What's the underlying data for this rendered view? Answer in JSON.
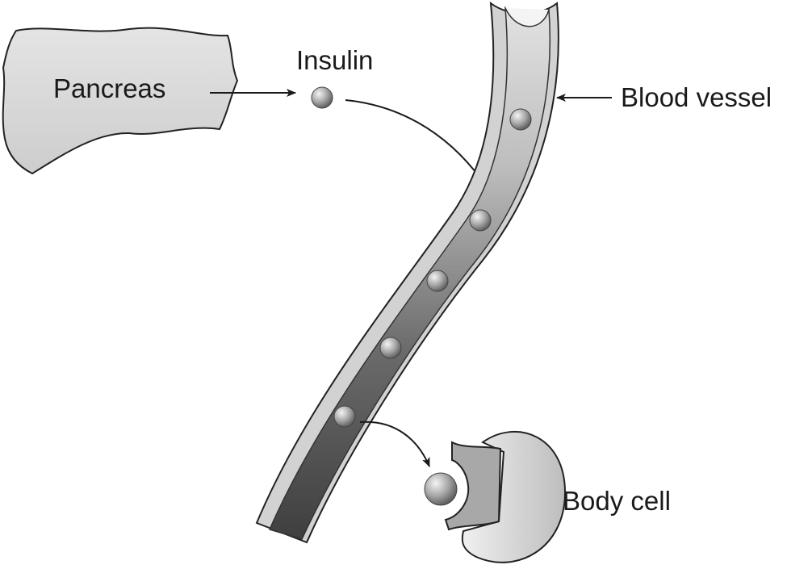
{
  "labels": {
    "pancreas": "Pancreas",
    "insulin": "Insulin",
    "blood_vessel": "Blood vessel",
    "body_cell": "Body cell"
  },
  "colors": {
    "outline": "#222222",
    "pancreas_fill": "#d9d9d9",
    "vessel_wall": "#d0d0d0",
    "vessel_lumen_light": "#cfcfcf",
    "vessel_lumen_dark": "#4d4d4d",
    "cell_fill": "#d6d6d6",
    "receptor_fill": "#a6a6a6",
    "insulin_light": "#f2f2f2",
    "insulin_dark": "#6e6e6e"
  }
}
